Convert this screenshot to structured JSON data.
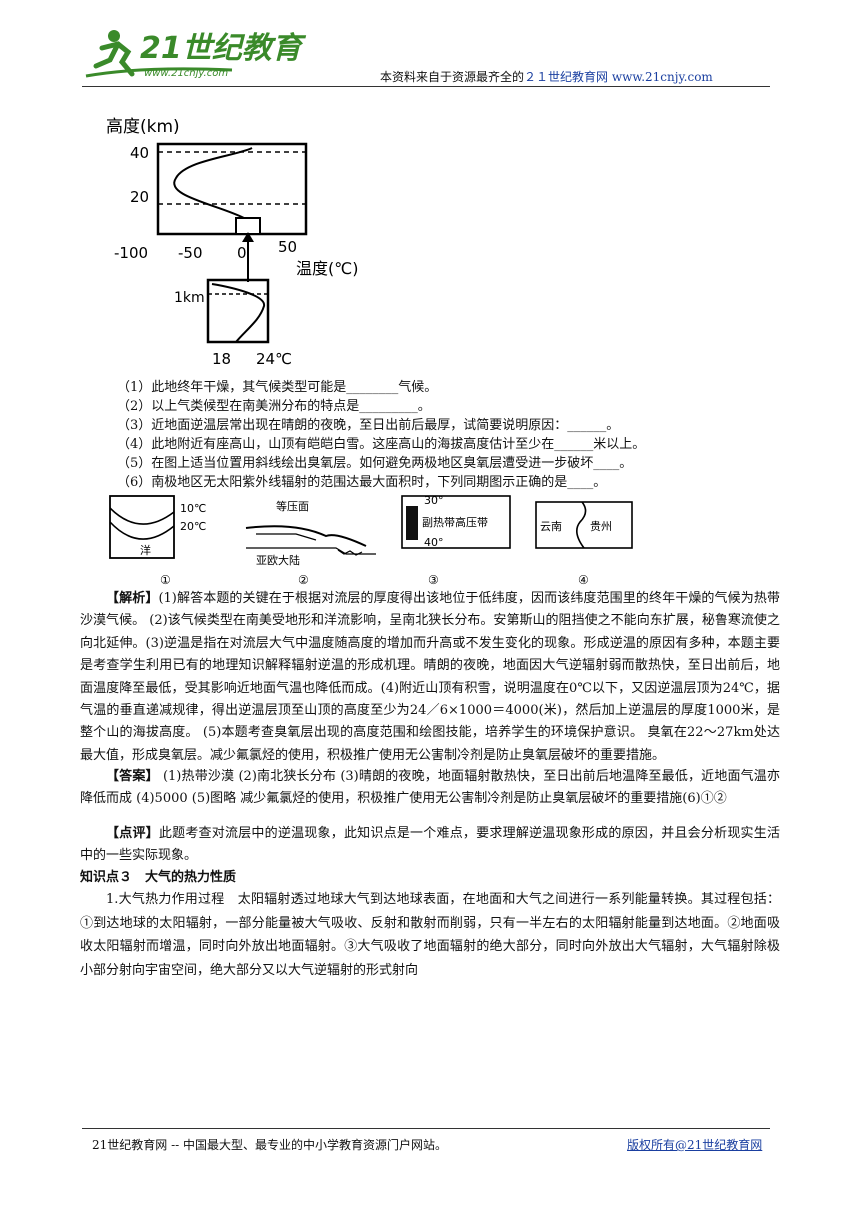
{
  "header": {
    "source_prefix": "本资料来自于资源最齐全的",
    "source_site": "２１世纪教育网 www.21cnjy.com",
    "logo_text": "21世纪教育",
    "logo_url_text": "www.21cnjy.com"
  },
  "figure_main": {
    "y_title": "高度(km)",
    "y_ticks": [
      "40",
      "20"
    ],
    "x_ticks": [
      "-100",
      "-50",
      "0",
      "50"
    ],
    "x_title": "温度(℃)",
    "inset_y_tick": "1km",
    "inset_x_ticks": [
      "18",
      "24℃"
    ]
  },
  "questions": [
    "（1）此地终年干燥，其气候类型可能是________气候。",
    "（2）以上气类候型在南美洲分布的特点是_________。",
    "（3）近地面逆温层常出现在晴朗的夜晚，至日出前后最厚，试简要说明原因：______。",
    "（4）此地附近有座高山，山顶有皑皑白雪。这座高山的海拔高度估计至少在______米以上。",
    "（5）在图上适当位置用斜线绘出臭氧层。如何避免两极地区臭氧层遭受进一步破坏____。",
    "（6）南极地区无太阳紫外线辐射的范围达最大面积时，下列同期图示正确的是____。"
  ],
  "options": {
    "opt1": {
      "t1": "10℃",
      "t2": "20℃",
      "t3": "洋",
      "num": "①"
    },
    "opt2": {
      "t1": "等压面",
      "t2": "亚欧大陆",
      "num": "②"
    },
    "opt3": {
      "t1": "30°",
      "t2": "副热带高压带",
      "t3": "40°",
      "num": "③"
    },
    "opt4": {
      "t1": "云南",
      "t2": "贵州",
      "num": "④"
    }
  },
  "analysis": {
    "label": "【解析】",
    "text": "(1)解答本题的关键在于根据对流层的厚度得出该地位于低纬度，因而该纬度范围里的终年干燥的气候为热带沙漠气候。 (2)该气候类型在南美受地形和洋流影响，呈南北狭长分布。安第斯山的阻挡使之不能向东扩展，秘鲁寒流使之向北延伸。(3)逆温是指在对流层大气中温度随高度的增加而升高或不发生变化的现象。形成逆温的原因有多种，本题主要是考查学生利用已有的地理知识解释辐射逆温的形成机理。晴朗的夜晚，地面因大气逆辐射弱而散热快，至日出前后，地面温度降至最低，受其影响近地面气温也降低而成。(4)附近山顶有积雪，说明温度在0℃以下，又因逆温层顶为24℃，据气温的垂直递减规律，得出逆温层顶至山顶的高度至少为24／6×1000＝4000(米)，然后加上逆温层的厚度1000米，是整个山的海拔高度。 (5)本题考查臭氧层出现的高度范围和绘图技能，培养学生的环境保护意识。 臭氧在22～27km处达最大值，形成臭氧层。减少氟氯烃的使用，积极推广使用无公害制冷剂是防止臭氧层破坏的重要措施。"
  },
  "answer": {
    "label": "【答案】",
    "text": " (1)热带沙漠 (2)南北狭长分布 (3)晴朗的夜晚，地面辐射散热快，至日出前后地温降至最低，近地面气温亦降低而成 (4)5000 (5)图略 减少氟氯烃的使用，积极推广使用无公害制冷剂是防止臭氧层破坏的重要措施(6)①②"
  },
  "comment": {
    "label": "【点评】",
    "text": "此题考查对流层中的逆温现象，此知识点是一个难点，要求理解逆温现象形成的原因，并且会分析现实生活中的一些实际现象。"
  },
  "section_title": "知识点３　大气的热力性质",
  "body_text": "1.大气热力作用过程　太阳辐射透过地球大气到达地球表面，在地面和大气之间进行一系列能量转换。其过程包括：①到达地球的太阳辐射，一部分能量被大气吸收、反射和散射而削弱，只有一半左右的太阳辐射能量到达地面。②地面吸收太阳辐射而增温，同时向外放出地面辐射。③大气吸收了地面辐射的绝大部分，同时向外放出大气辐射，大气辐射除极小部分射向宇宙空间，绝大部分又以大气逆辐射的形式射向",
  "footer": {
    "left": "21世纪教育网 -- 中国最大型、最专业的中小学教育资源门户网站。",
    "right": "版权所有@21世纪教育网"
  },
  "colors": {
    "link": "#1a3fa0",
    "logo_green": "#3a8a2a",
    "text": "#111111"
  }
}
